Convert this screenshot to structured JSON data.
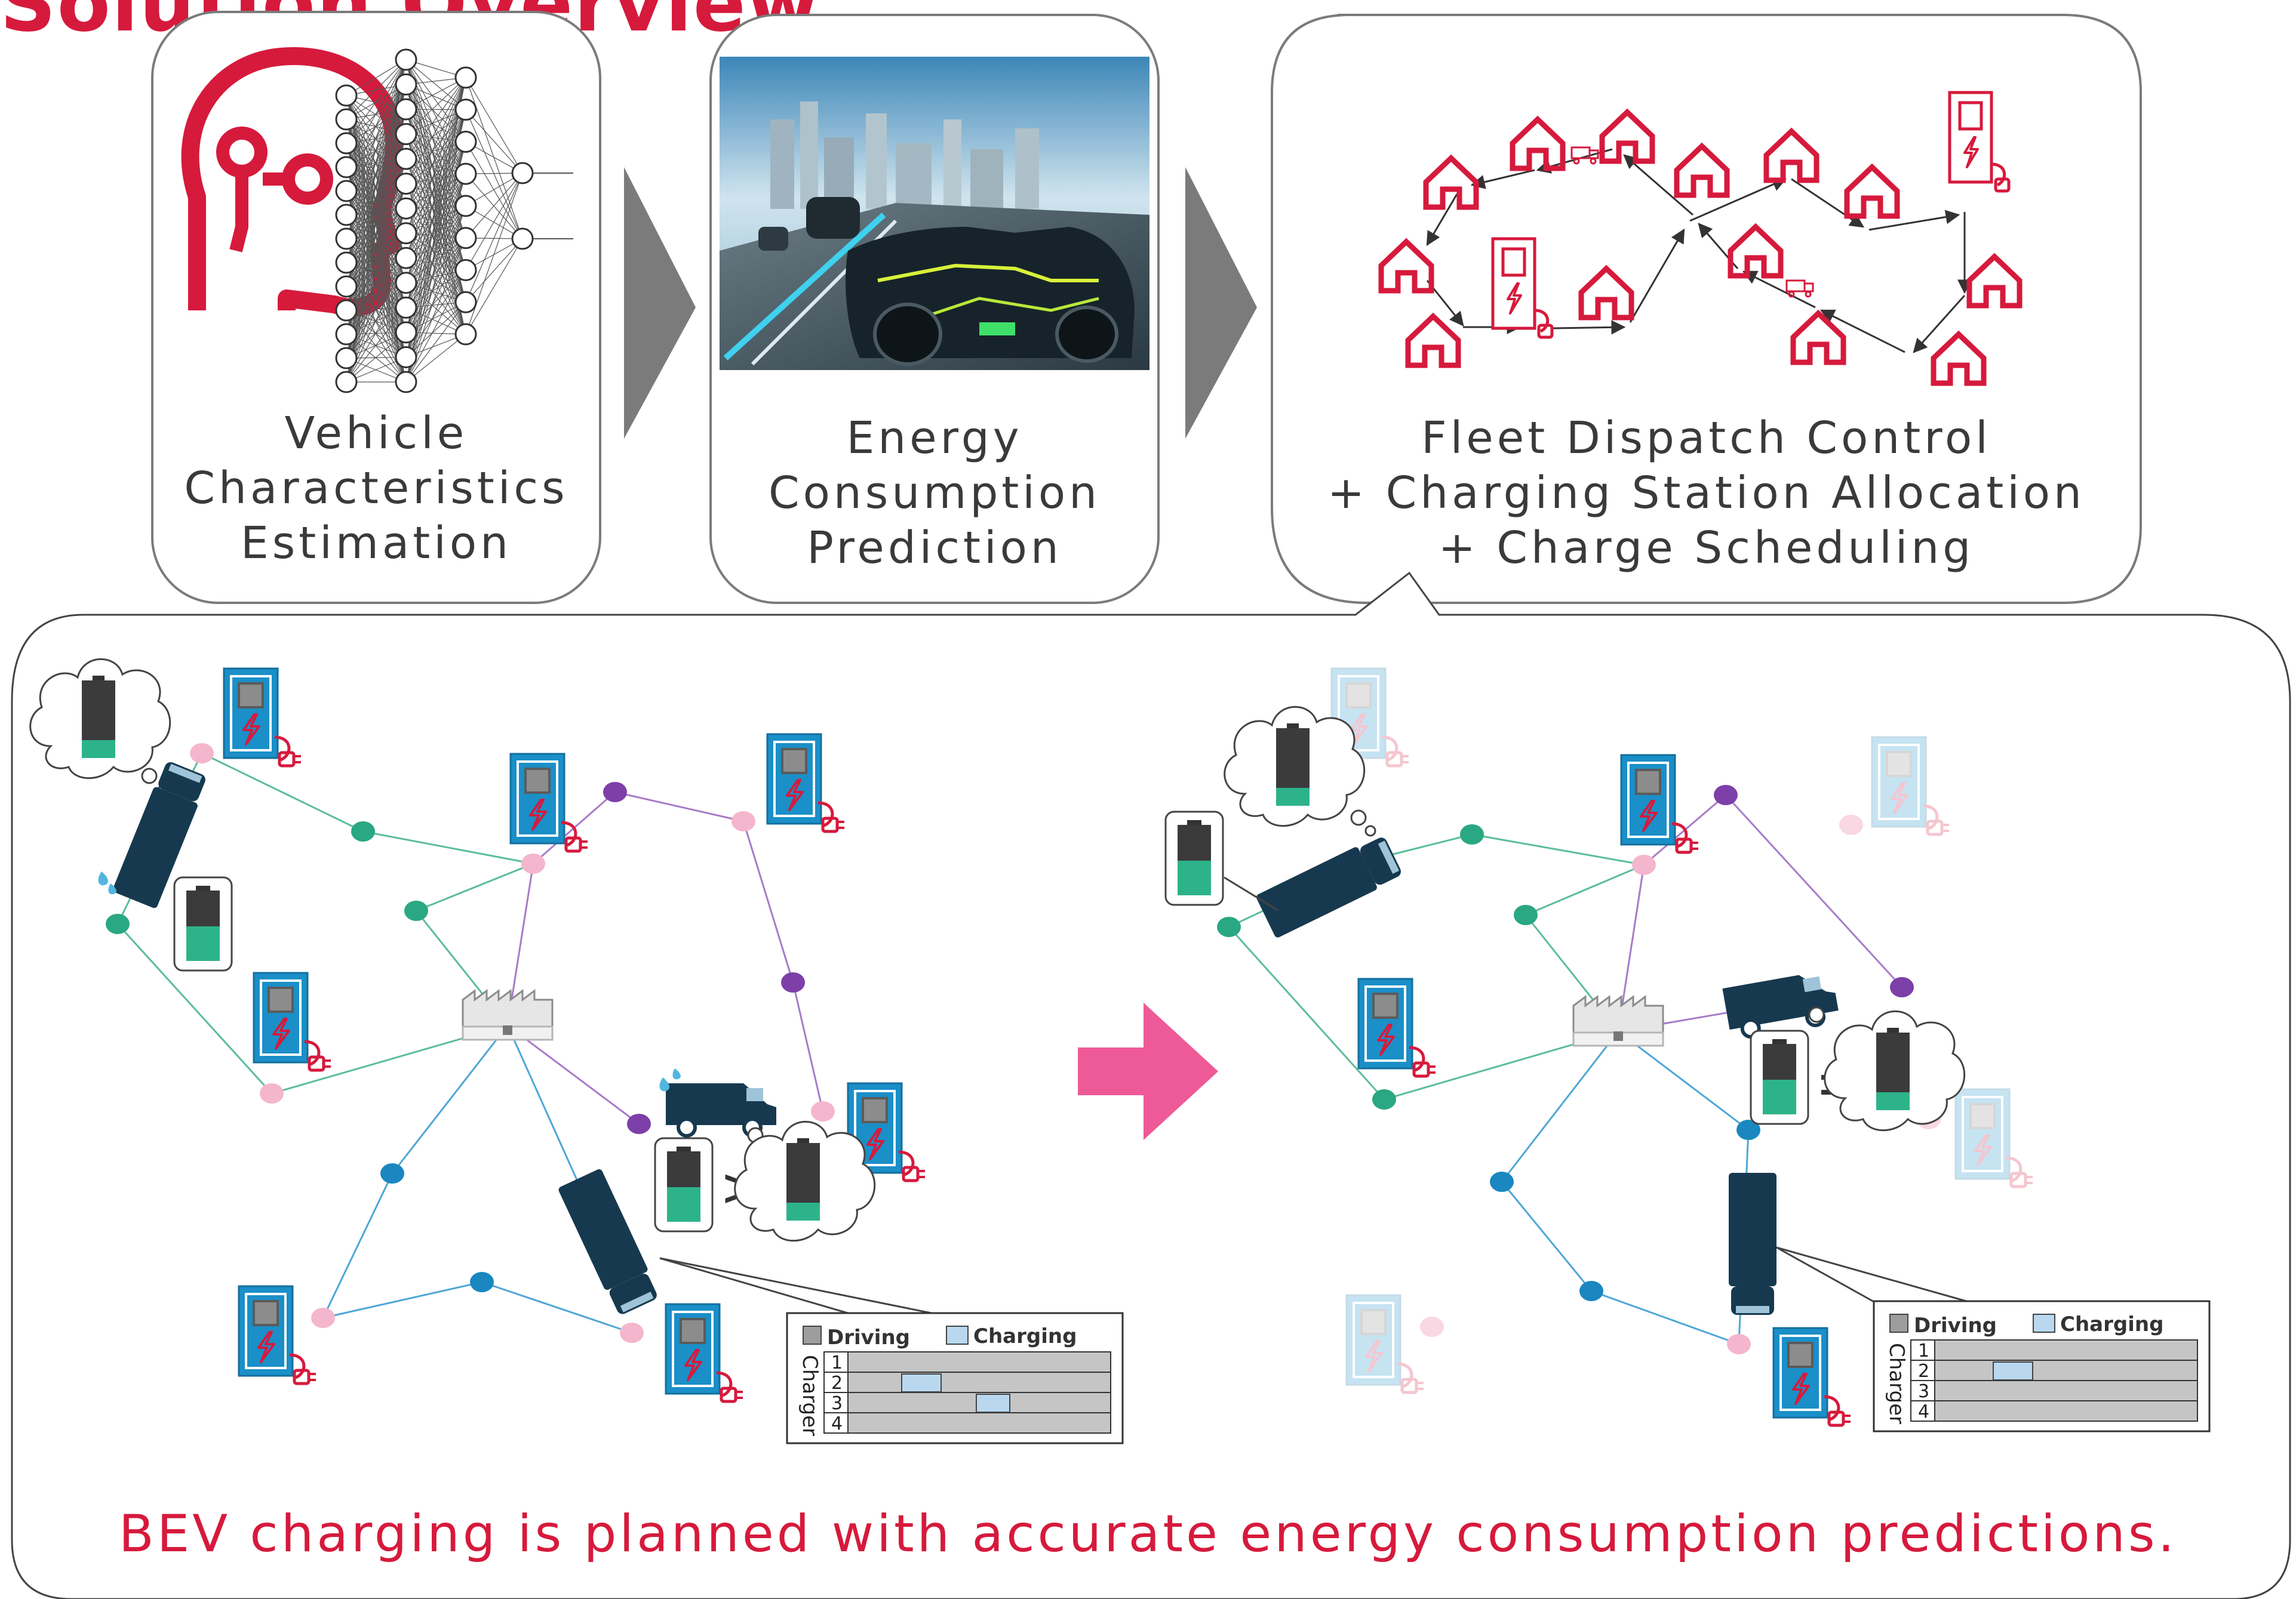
{
  "header": {
    "title_partial": "Solution Overview"
  },
  "pipeline": {
    "step1": {
      "lines": [
        "Vehicle",
        "Characteristics",
        "Estimation"
      ]
    },
    "step2": {
      "lines": [
        "Energy",
        "Consumption",
        "Prediction"
      ]
    },
    "step3": {
      "lines": [
        "Fleet Dispatch Control",
        "+ Charging Station Allocation",
        "+ Charge Scheduling"
      ]
    }
  },
  "schedule": {
    "legend_driving": "Driving",
    "legend_charging": "Charging",
    "axis_label": "Charger",
    "rows": [
      "1",
      "2",
      "3",
      "4"
    ]
  },
  "footer": {
    "caption": "BEV charging is planned with accurate energy consumption predictions."
  },
  "colors": {
    "accent_red": "#d61a3c",
    "station_blue": "#1a8fc8",
    "truck_navy": "#17394f",
    "battery_green": "#2db38a",
    "node_pink": "#f4b6cc",
    "node_teal": "#2aa783",
    "node_purple": "#7d3fa8",
    "node_blue": "#1a87c0",
    "arrow_pink": "#ee5a98",
    "arrow_gray": "#7b7b7b",
    "charging_block": "#b9d8ef"
  }
}
